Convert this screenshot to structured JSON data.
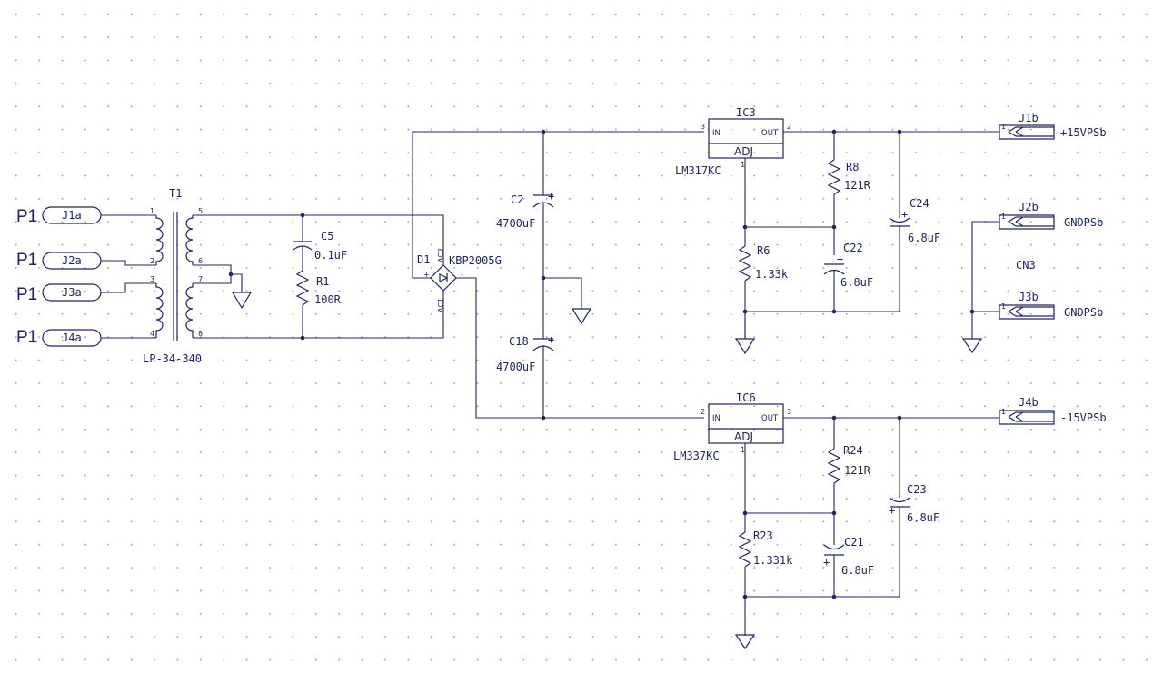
{
  "colors": {
    "ink": "#1c2668",
    "background": "#ffffff",
    "grid_dot": "#9aa0b8"
  },
  "connectors": {
    "p1_prefix": "P1",
    "j1a": "J1a",
    "j2a": "J2a",
    "j3a": "J3a",
    "j4a": "J4a",
    "j1b": "J1b",
    "j2b": "J2b",
    "j3b": "J3b",
    "j4b": "J4b",
    "cn3": "CN3",
    "pin1": "1"
  },
  "nets": {
    "pos15": "+15VPSb",
    "neg15": "-15VPSb",
    "gnd1": "GNDPSb",
    "gnd2": "GNDPSb"
  },
  "transformer": {
    "ref": "T1",
    "value": "LP-34-340",
    "pins": [
      "1",
      "2",
      "3",
      "4",
      "5",
      "6",
      "7",
      "8"
    ]
  },
  "snubber": {
    "c_ref": "C5",
    "c_val": "0.1uF",
    "r_ref": "R1",
    "r_val": "100R"
  },
  "bridge": {
    "ref": "D1",
    "value": "KBP2005G",
    "ac1": "AC1",
    "ac2": "AC2",
    "plus": "+",
    "minus": "-"
  },
  "filter_caps": [
    {
      "ref": "C2",
      "val": "4700uF"
    },
    {
      "ref": "C18",
      "val": "4700uF"
    }
  ],
  "reg_pos": {
    "ref": "IC3",
    "part": "LM317KC",
    "in": "IN",
    "out": "OUT",
    "adj": "ADJ",
    "pin_in": "3",
    "pin_out": "2",
    "pin_adj": "1"
  },
  "reg_neg": {
    "ref": "IC6",
    "part": "LM337KC",
    "in": "IN",
    "out": "OUT",
    "adj": "ADJ",
    "pin_in": "2",
    "pin_out": "3",
    "pin_adj": "1"
  },
  "pos_side": {
    "r8_ref": "R8",
    "r8_val": "121R",
    "r6_ref": "R6",
    "r6_val": "1.33k",
    "c22_ref": "C22",
    "c22_val": "6.8uF",
    "c24_ref": "C24",
    "c24_val": "6.8uF"
  },
  "neg_side": {
    "r24_ref": "R24",
    "r24_val": "121R",
    "r23_ref": "R23",
    "r23_val": "1.331k",
    "c21_ref": "C21",
    "c21_val": "6.8uF",
    "c23_ref": "C23",
    "c23_val": "6.8uF"
  },
  "polarity_plus": "+"
}
